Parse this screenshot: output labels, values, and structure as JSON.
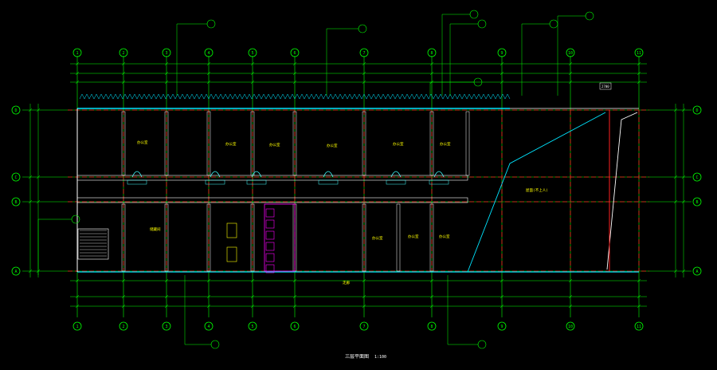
{
  "drawing": {
    "title": "三层平面图",
    "scale": "1:100"
  },
  "axes": {
    "columns": [
      "1",
      "2",
      "3",
      "4",
      "5",
      "6",
      "7",
      "8",
      "9",
      "10",
      "11"
    ],
    "rows": [
      "D",
      "C",
      "B",
      "A"
    ]
  },
  "rooms": [
    {
      "label": "办公室"
    },
    {
      "label": "办公室"
    },
    {
      "label": "办公室"
    },
    {
      "label": "办公室"
    },
    {
      "label": "办公室"
    },
    {
      "label": "办公室"
    },
    {
      "label": "储藏间"
    },
    {
      "label": "办公室"
    },
    {
      "label": "办公室"
    },
    {
      "label": "办公室"
    },
    {
      "label": "屋面(不上人)"
    },
    {
      "label": "走廊"
    }
  ],
  "dimension_tag": "2700",
  "colors": {
    "axis": "#00ff00",
    "wall_red": "#ff2020",
    "wall_cyan": "#00e5ff",
    "door_cyan": "#40ffff",
    "text_yellow": "#ffff00",
    "accent_magenta": "#ff00ff",
    "background": "#000000",
    "white": "#ffffff"
  }
}
